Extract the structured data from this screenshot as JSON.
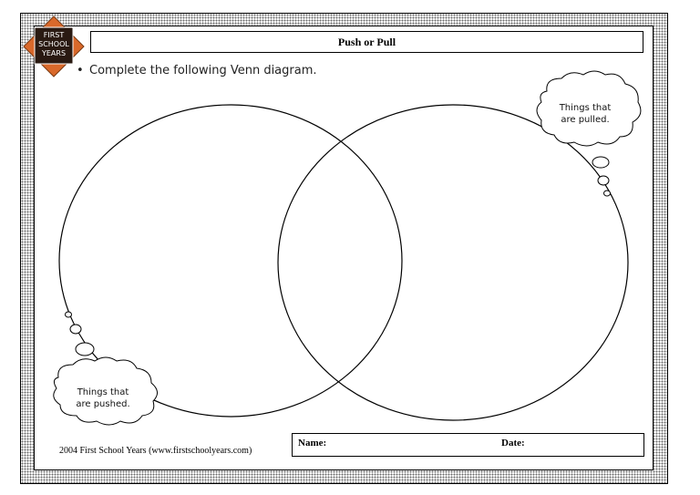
{
  "header": {
    "title": "Push or Pull",
    "logo_lines": [
      "FIRST",
      "SCHOOL",
      "YEARS"
    ]
  },
  "instruction": "Complete the following Venn diagram.",
  "venn": {
    "left_label_line1": "Things that",
    "left_label_line2": "are pushed.",
    "right_label_line1": "Things that",
    "right_label_line2": "are pulled."
  },
  "footer": {
    "credit": "2004  First School Years   (www.firstschoolyears.com)",
    "name_label": "Name:",
    "date_label": "Date:"
  },
  "colors": {
    "logo_orange": "#d9692b",
    "logo_dark": "#2a1a12"
  }
}
